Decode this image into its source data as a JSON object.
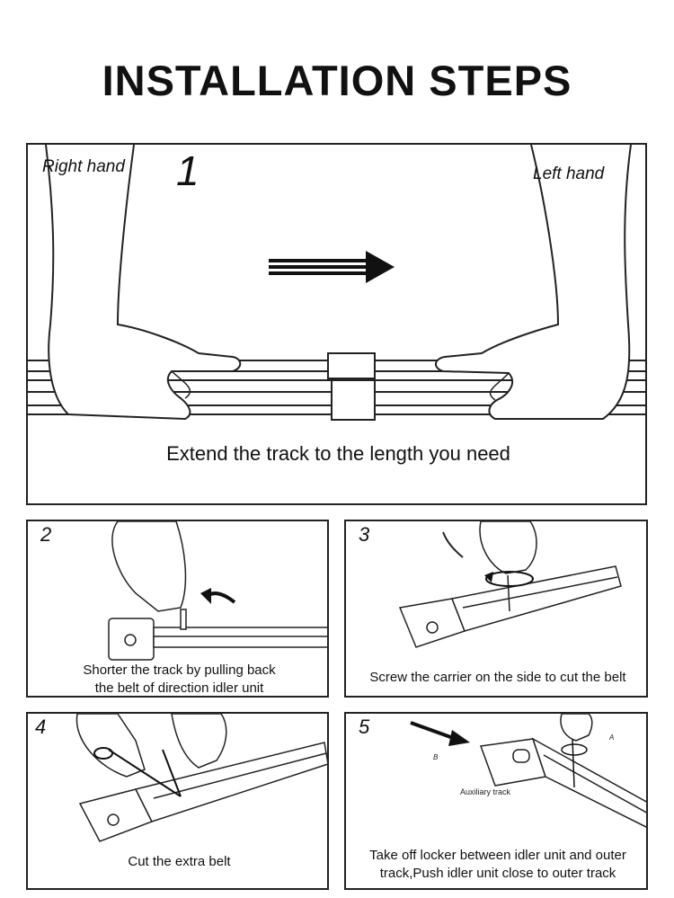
{
  "page": {
    "title": "INSTALLATION STEPS"
  },
  "steps": [
    {
      "number": "1",
      "right_hand": "Right hand",
      "left_hand": "Left hand",
      "caption": "Extend the track to the length you need"
    },
    {
      "number": "2",
      "caption_line1": "Shorter the track by pulling back",
      "caption_line2": "the belt of direction idler unit"
    },
    {
      "number": "3",
      "caption": "Screw the carrier on the side to cut the belt"
    },
    {
      "number": "4",
      "caption": "Cut the extra belt"
    },
    {
      "number": "5",
      "label_a": "A",
      "label_b": "B",
      "label_aux": "Auxiliary track",
      "caption_line1": "Take off locker between idler unit and outer",
      "caption_line2": "track,Push idler unit close to outer track"
    }
  ]
}
